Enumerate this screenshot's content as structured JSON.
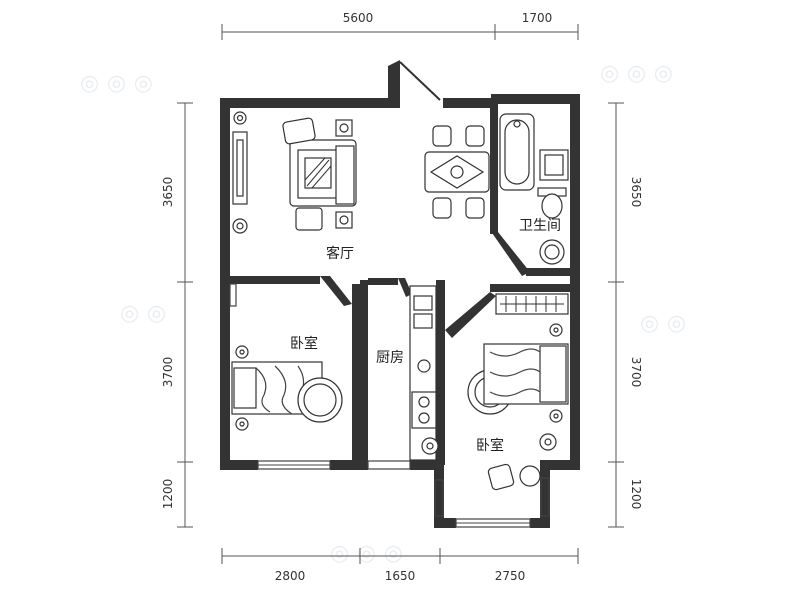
{
  "dimensions": {
    "top": [
      "5600",
      "1700"
    ],
    "bottom": [
      "2800",
      "1650",
      "2750"
    ],
    "left": [
      "3650",
      "3700",
      "1200"
    ],
    "right": [
      "3650",
      "3700",
      "1200"
    ]
  },
  "rooms": {
    "living": "客厅",
    "bathroom": "卫生间",
    "bedroom_left": "卧室",
    "kitchen": "厨房",
    "bedroom_right": "卧室"
  },
  "colors": {
    "wall": "#333333",
    "line": "#555555",
    "background": "#ffffff"
  }
}
